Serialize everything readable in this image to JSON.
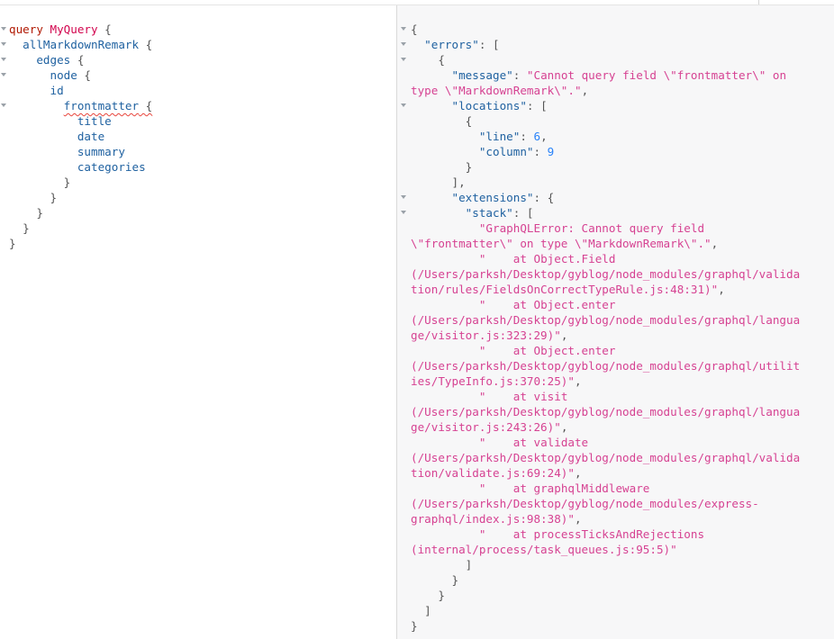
{
  "query": {
    "lines": [
      [
        {
          "t": "query",
          "c": "kw"
        },
        {
          "t": " ",
          "c": ""
        },
        {
          "t": "MyQuery",
          "c": "def"
        },
        {
          "t": " {",
          "c": "punc"
        }
      ],
      [
        {
          "t": "  ",
          "c": ""
        },
        {
          "t": "allMarkdownRemark",
          "c": "field"
        },
        {
          "t": " {",
          "c": "punc"
        }
      ],
      [
        {
          "t": "    ",
          "c": ""
        },
        {
          "t": "edges",
          "c": "field"
        },
        {
          "t": " {",
          "c": "punc"
        }
      ],
      [
        {
          "t": "      ",
          "c": ""
        },
        {
          "t": "node",
          "c": "field"
        },
        {
          "t": " {",
          "c": "punc"
        }
      ],
      [
        {
          "t": "      ",
          "c": ""
        },
        {
          "t": "id",
          "c": "field"
        }
      ],
      [
        {
          "t": "        ",
          "c": ""
        },
        {
          "t": "frontmatter",
          "c": "field err"
        },
        {
          "t": " {",
          "c": "punc err"
        }
      ],
      [
        {
          "t": "          ",
          "c": ""
        },
        {
          "t": "title",
          "c": "field"
        }
      ],
      [
        {
          "t": "          ",
          "c": ""
        },
        {
          "t": "date",
          "c": "field"
        }
      ],
      [
        {
          "t": "          ",
          "c": ""
        },
        {
          "t": "summary",
          "c": "field"
        }
      ],
      [
        {
          "t": "          ",
          "c": ""
        },
        {
          "t": "categories",
          "c": "field"
        }
      ],
      [
        {
          "t": "        }",
          "c": "punc"
        }
      ],
      [
        {
          "t": "      }",
          "c": "punc"
        }
      ],
      [
        {
          "t": "    }",
          "c": "punc"
        }
      ],
      [
        {
          "t": "  }",
          "c": "punc"
        }
      ],
      [
        {
          "t": "}",
          "c": "punc"
        }
      ]
    ],
    "fold_lines": [
      0,
      1,
      2,
      3,
      5
    ]
  },
  "result": {
    "lines": [
      [
        {
          "t": "{",
          "c": "rpunc"
        }
      ],
      [
        {
          "t": "  ",
          "c": ""
        },
        {
          "t": "\"errors\"",
          "c": "prop"
        },
        {
          "t": ": [",
          "c": "rpunc"
        }
      ],
      [
        {
          "t": "    {",
          "c": "rpunc"
        }
      ],
      [
        {
          "t": "      ",
          "c": ""
        },
        {
          "t": "\"message\"",
          "c": "prop"
        },
        {
          "t": ": ",
          "c": "rpunc"
        },
        {
          "t": "\"Cannot query field \\\"frontmatter\\\" on",
          "c": "str"
        }
      ],
      [
        {
          "t": "type \\\"MarkdownRemark\\\".\"",
          "c": "str"
        },
        {
          "t": ",",
          "c": "rpunc"
        }
      ],
      [
        {
          "t": "      ",
          "c": ""
        },
        {
          "t": "\"locations\"",
          "c": "prop"
        },
        {
          "t": ": [",
          "c": "rpunc"
        }
      ],
      [
        {
          "t": "        {",
          "c": "rpunc"
        }
      ],
      [
        {
          "t": "          ",
          "c": ""
        },
        {
          "t": "\"line\"",
          "c": "prop"
        },
        {
          "t": ": ",
          "c": "rpunc"
        },
        {
          "t": "6",
          "c": "num"
        },
        {
          "t": ",",
          "c": "rpunc"
        }
      ],
      [
        {
          "t": "          ",
          "c": ""
        },
        {
          "t": "\"column\"",
          "c": "prop"
        },
        {
          "t": ": ",
          "c": "rpunc"
        },
        {
          "t": "9",
          "c": "num"
        }
      ],
      [
        {
          "t": "        }",
          "c": "rpunc"
        }
      ],
      [
        {
          "t": "      ],",
          "c": "rpunc"
        }
      ],
      [
        {
          "t": "      ",
          "c": ""
        },
        {
          "t": "\"extensions\"",
          "c": "prop"
        },
        {
          "t": ": {",
          "c": "rpunc"
        }
      ],
      [
        {
          "t": "        ",
          "c": ""
        },
        {
          "t": "\"stack\"",
          "c": "prop"
        },
        {
          "t": ": [",
          "c": "rpunc"
        }
      ],
      [
        {
          "t": "          ",
          "c": ""
        },
        {
          "t": "\"GraphQLError: Cannot query field",
          "c": "str"
        }
      ],
      [
        {
          "t": "\\\"frontmatter\\\" on type \\\"MarkdownRemark\\\".\"",
          "c": "str"
        },
        {
          "t": ",",
          "c": "rpunc"
        }
      ],
      [
        {
          "t": "          ",
          "c": ""
        },
        {
          "t": "\"    at Object.Field",
          "c": "str"
        }
      ],
      [
        {
          "t": "(/Users/parksh/Desktop/gyblog/node_modules/graphql/valida",
          "c": "str"
        }
      ],
      [
        {
          "t": "tion/rules/FieldsOnCorrectTypeRule.js:48:31)\"",
          "c": "str"
        },
        {
          "t": ",",
          "c": "rpunc"
        }
      ],
      [
        {
          "t": "          ",
          "c": ""
        },
        {
          "t": "\"    at Object.enter",
          "c": "str"
        }
      ],
      [
        {
          "t": "(/Users/parksh/Desktop/gyblog/node_modules/graphql/langua",
          "c": "str"
        }
      ],
      [
        {
          "t": "ge/visitor.js:323:29)\"",
          "c": "str"
        },
        {
          "t": ",",
          "c": "rpunc"
        }
      ],
      [
        {
          "t": "          ",
          "c": ""
        },
        {
          "t": "\"    at Object.enter",
          "c": "str"
        }
      ],
      [
        {
          "t": "(/Users/parksh/Desktop/gyblog/node_modules/graphql/utilit",
          "c": "str"
        }
      ],
      [
        {
          "t": "ies/TypeInfo.js:370:25)\"",
          "c": "str"
        },
        {
          "t": ",",
          "c": "rpunc"
        }
      ],
      [
        {
          "t": "          ",
          "c": ""
        },
        {
          "t": "\"    at visit",
          "c": "str"
        }
      ],
      [
        {
          "t": "(/Users/parksh/Desktop/gyblog/node_modules/graphql/langua",
          "c": "str"
        }
      ],
      [
        {
          "t": "ge/visitor.js:243:26)\"",
          "c": "str"
        },
        {
          "t": ",",
          "c": "rpunc"
        }
      ],
      [
        {
          "t": "          ",
          "c": ""
        },
        {
          "t": "\"    at validate",
          "c": "str"
        }
      ],
      [
        {
          "t": "(/Users/parksh/Desktop/gyblog/node_modules/graphql/valida",
          "c": "str"
        }
      ],
      [
        {
          "t": "tion/validate.js:69:24)\"",
          "c": "str"
        },
        {
          "t": ",",
          "c": "rpunc"
        }
      ],
      [
        {
          "t": "          ",
          "c": ""
        },
        {
          "t": "\"    at graphqlMiddleware",
          "c": "str"
        }
      ],
      [
        {
          "t": "(/Users/parksh/Desktop/gyblog/node_modules/express-",
          "c": "str"
        }
      ],
      [
        {
          "t": "graphql/index.js:98:38)\"",
          "c": "str"
        },
        {
          "t": ",",
          "c": "rpunc"
        }
      ],
      [
        {
          "t": "          ",
          "c": ""
        },
        {
          "t": "\"    at processTicksAndRejections",
          "c": "str"
        }
      ],
      [
        {
          "t": "(internal/process/task_queues.js:95:5)\"",
          "c": "str"
        }
      ],
      [
        {
          "t": "        ]",
          "c": "rpunc"
        }
      ],
      [
        {
          "t": "      }",
          "c": "rpunc"
        }
      ],
      [
        {
          "t": "    }",
          "c": "rpunc"
        }
      ],
      [
        {
          "t": "  ]",
          "c": "rpunc"
        }
      ],
      [
        {
          "t": "}",
          "c": "rpunc"
        }
      ]
    ],
    "fold_lines": [
      0,
      1,
      2,
      5,
      11,
      12
    ]
  }
}
